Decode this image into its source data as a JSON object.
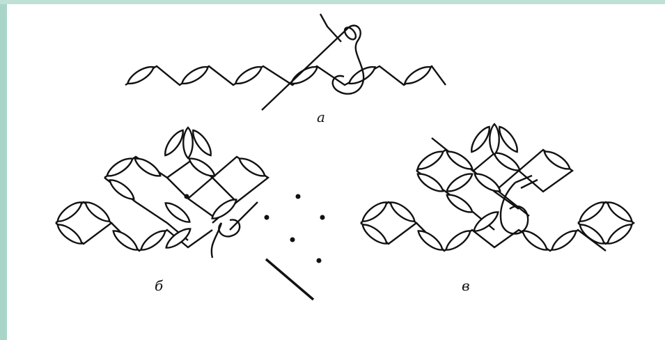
{
  "figure": {
    "label_a": "а",
    "label_b": "б",
    "label_c": "в"
  },
  "colors": {
    "ink": "#111111",
    "background": "#ffffff",
    "border_accent": "#a8d5c8"
  }
}
